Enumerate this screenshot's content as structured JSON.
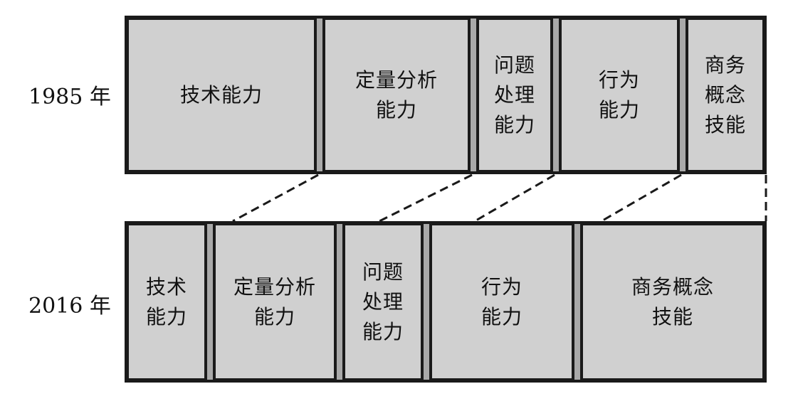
{
  "rows": [
    {
      "label": "1985 年",
      "blocks": [
        {
          "text": "技术能力"
        },
        {
          "text": "定量分析\n能力"
        },
        {
          "text": "问题\n处理\n能力"
        },
        {
          "text": "行为\n能力"
        },
        {
          "text": "商务\n概念\n技能"
        }
      ]
    },
    {
      "label": "2016 年",
      "blocks": [
        {
          "text": "技术\n能力"
        },
        {
          "text": "定量分析\n能力"
        },
        {
          "text": "问题\n处理\n能力"
        },
        {
          "text": "行为\n能力"
        },
        {
          "text": "商务概念\n技能"
        }
      ]
    }
  ],
  "colors": {
    "block_fill": "#d0d0d0",
    "frame": "#1a1a1a",
    "divider": "#a9a9a9",
    "connector": "#1a1a1a"
  }
}
